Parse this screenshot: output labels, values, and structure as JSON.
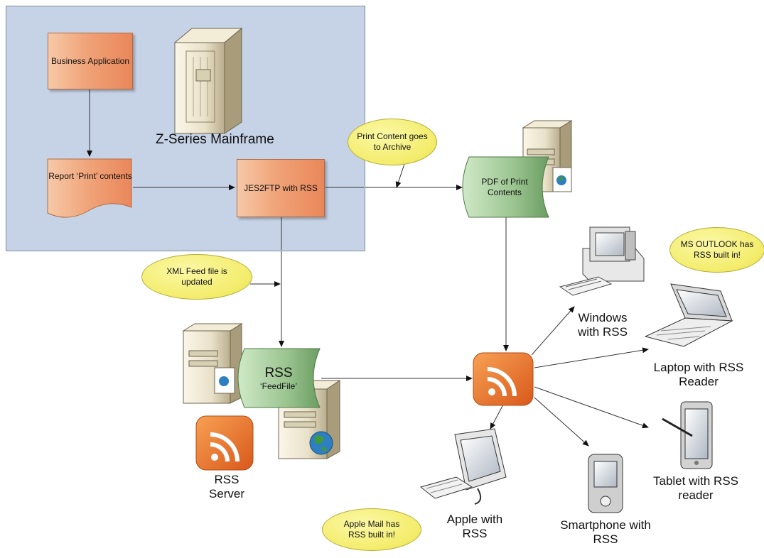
{
  "mainframe": {
    "title": "Z-Series Mainframe",
    "business_app": "Business Application",
    "report": "Report ‘Print’ contents",
    "jes2ftp": "JES2FTP with RSS"
  },
  "pdf": {
    "label": "PDF of Print Contents"
  },
  "rss_feed": {
    "title": "RSS",
    "subtitle": "‘FeedFile’"
  },
  "rss_server": {
    "label": "RSS Server"
  },
  "callouts": {
    "archive": "Print Content goes to Archive",
    "xml_feed": "XML Feed file is updated",
    "outlook": "MS OUTLOOK has RSS built in!",
    "apple_mail": "Apple Mail has RSS built in!"
  },
  "clients": {
    "windows": "Windows with RSS",
    "laptop": "Laptop with RSS Reader",
    "tablet": "Tablet with RSS reader",
    "smartphone": "Smartphone with RSS",
    "apple": "Apple with RSS"
  },
  "colors": {
    "mainframe_bg": "#c6d3e6",
    "process_orange": "#f0a378",
    "document_green": "#9ac48f",
    "callout_yellow": "#f3ec6a",
    "rss_orange": "#ea7a24"
  }
}
